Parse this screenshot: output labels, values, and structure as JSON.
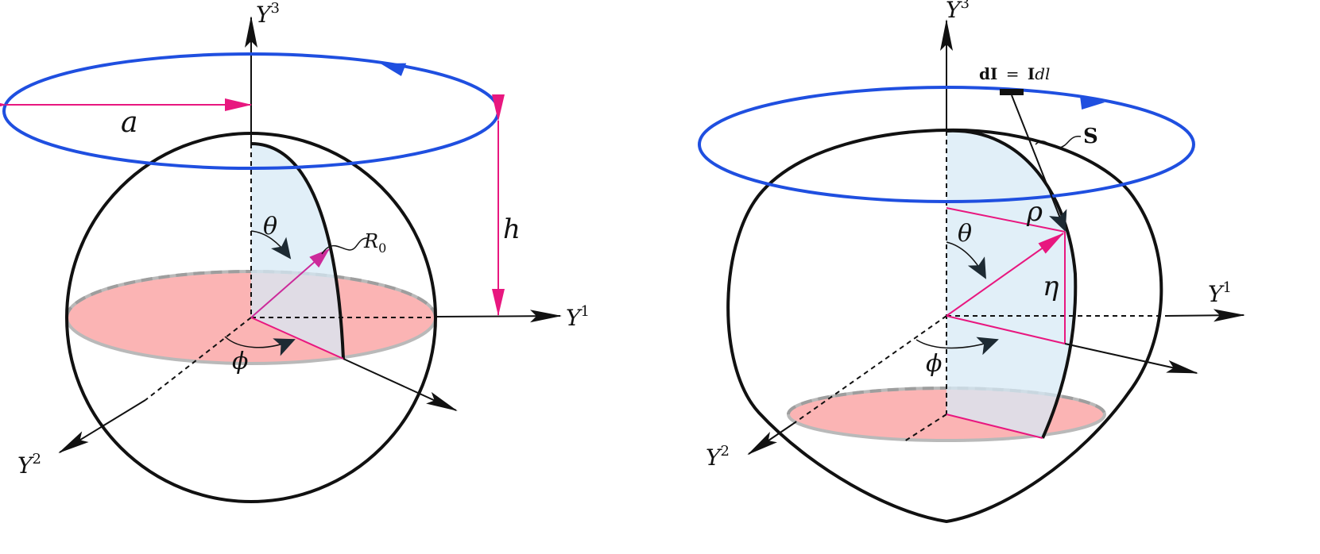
{
  "colors": {
    "loop": "#1f4fe0",
    "magenta": "#e8177f",
    "outline": "#111111",
    "disk_fill": "#fbb4b4",
    "disk_edge": "#b9b9b9",
    "sector_fill": "#d7eaf6"
  },
  "left_figure": {
    "axis_y3": "Y",
    "axis_y3_sup": "3",
    "axis_y1": "Y",
    "axis_y1_sup": "1",
    "axis_y2": "Y",
    "axis_y2_sup": "2",
    "radius_label": "a",
    "height_label": "h",
    "theta_label": "θ",
    "phi_label": "ϕ",
    "r0_label": "R",
    "r0_sub": "0"
  },
  "right_figure": {
    "axis_y3": "Y",
    "axis_y3_sup": "3",
    "axis_y1": "Y",
    "axis_y1_sup": "1",
    "axis_y2": "Y",
    "axis_y2_sup": "2",
    "current_element_lhs": "dI",
    "current_element_eq": "=",
    "current_element_rhs": "I",
    "current_element_dl": "dl",
    "s_label": "S",
    "rho_label": "ρ",
    "eta_label": "η",
    "theta_label": "θ",
    "phi_label": "ϕ"
  }
}
